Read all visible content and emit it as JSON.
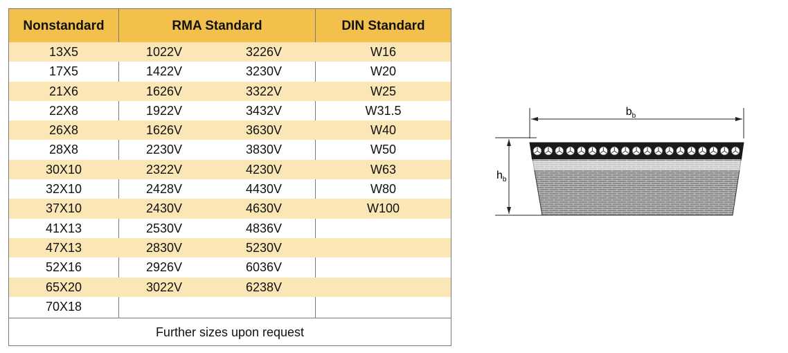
{
  "headers": {
    "nonstandard": "Nonstandard",
    "rma": "RMA Standard",
    "din": "DIN Standard"
  },
  "rows": [
    {
      "ns": "13X5",
      "rma1": "1022V",
      "rma2": "3226V",
      "din": "W16"
    },
    {
      "ns": "17X5",
      "rma1": "1422V",
      "rma2": "3230V",
      "din": "W20"
    },
    {
      "ns": "21X6",
      "rma1": "1626V",
      "rma2": "3322V",
      "din": "W25"
    },
    {
      "ns": "22X8",
      "rma1": "1922V",
      "rma2": "3432V",
      "din": "W31.5"
    },
    {
      "ns": "26X8",
      "rma1": "1626V",
      "rma2": "3630V",
      "din": "W40"
    },
    {
      "ns": "28X8",
      "rma1": "2230V",
      "rma2": "3830V",
      "din": "W50"
    },
    {
      "ns": "30X10",
      "rma1": "2322V",
      "rma2": "4230V",
      "din": "W63"
    },
    {
      "ns": "32X10",
      "rma1": "2428V",
      "rma2": "4430V",
      "din": "W80"
    },
    {
      "ns": "37X10",
      "rma1": "2430V",
      "rma2": "4630V",
      "din": "W100"
    },
    {
      "ns": "41X13",
      "rma1": "2530V",
      "rma2": "4836V",
      "din": ""
    },
    {
      "ns": "47X13",
      "rma1": "2830V",
      "rma2": "5230V",
      "din": ""
    },
    {
      "ns": "52X16",
      "rma1": "2926V",
      "rma2": "6036V",
      "din": ""
    },
    {
      "ns": "65X20",
      "rma1": "3022V",
      "rma2": "6238V",
      "din": ""
    },
    {
      "ns": "70X18",
      "rma1": "",
      "rma2": "",
      "din": ""
    }
  ],
  "footer": "Further sizes upon request",
  "diagram": {
    "width_symbol": "b",
    "width_subscript": "b",
    "height_symbol": "h",
    "height_subscript": "b"
  },
  "colors": {
    "header_bg": "#f3c14b",
    "stripe_bg": "#fbe7b5",
    "border": "#7a7a7a"
  }
}
